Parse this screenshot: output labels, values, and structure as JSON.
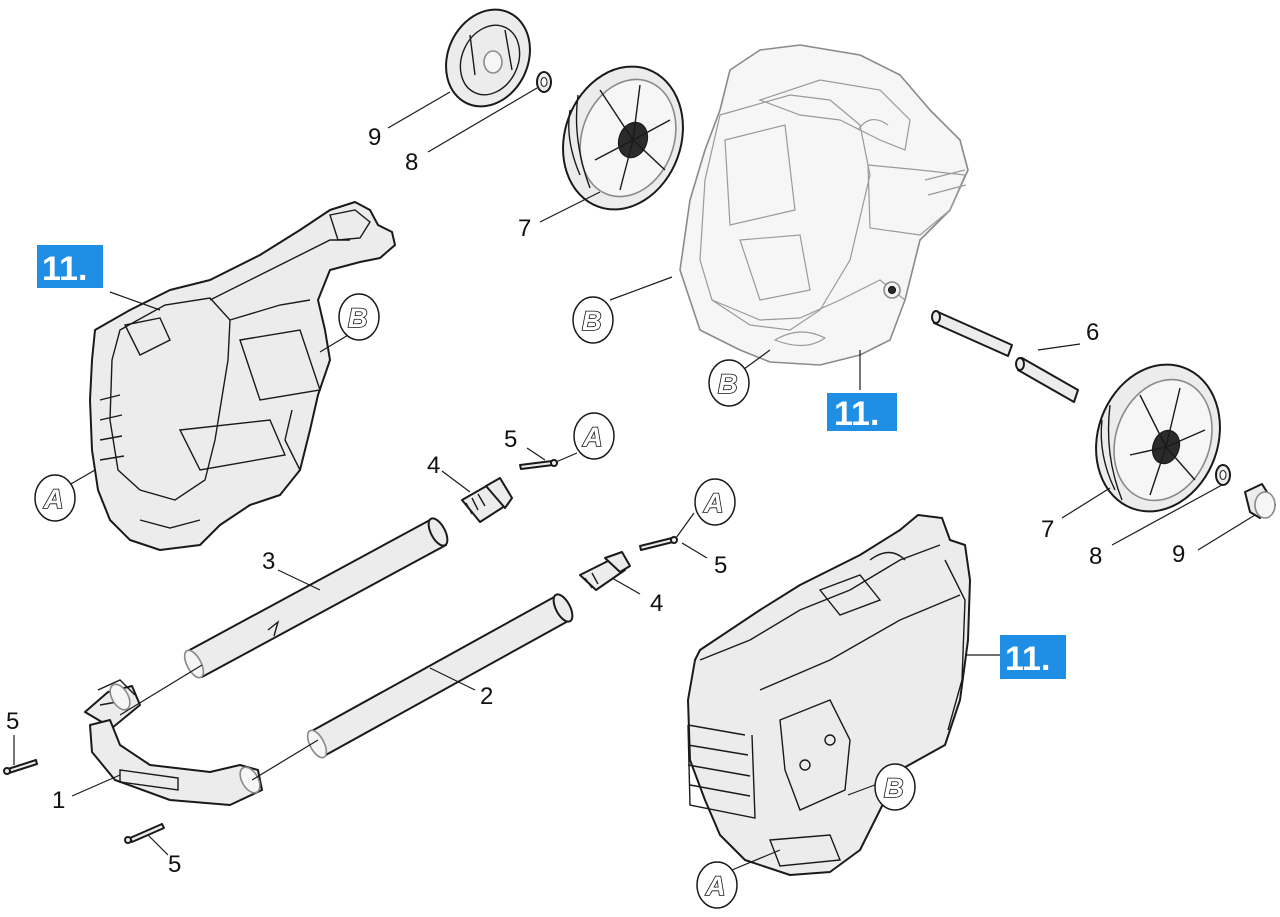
{
  "badge_label": "11.",
  "part_numbers": {
    "handle": "1",
    "tube_lower": "2",
    "tube_upper": "3",
    "connector": "4",
    "screw": "5",
    "axle": "6",
    "wheel": "7",
    "washer": "8",
    "hubcap": "9"
  },
  "reference_markers": {
    "a": "A",
    "b": "B"
  },
  "colors": {
    "badge": "#1f8fe6",
    "outline": "#1a1a1a"
  }
}
